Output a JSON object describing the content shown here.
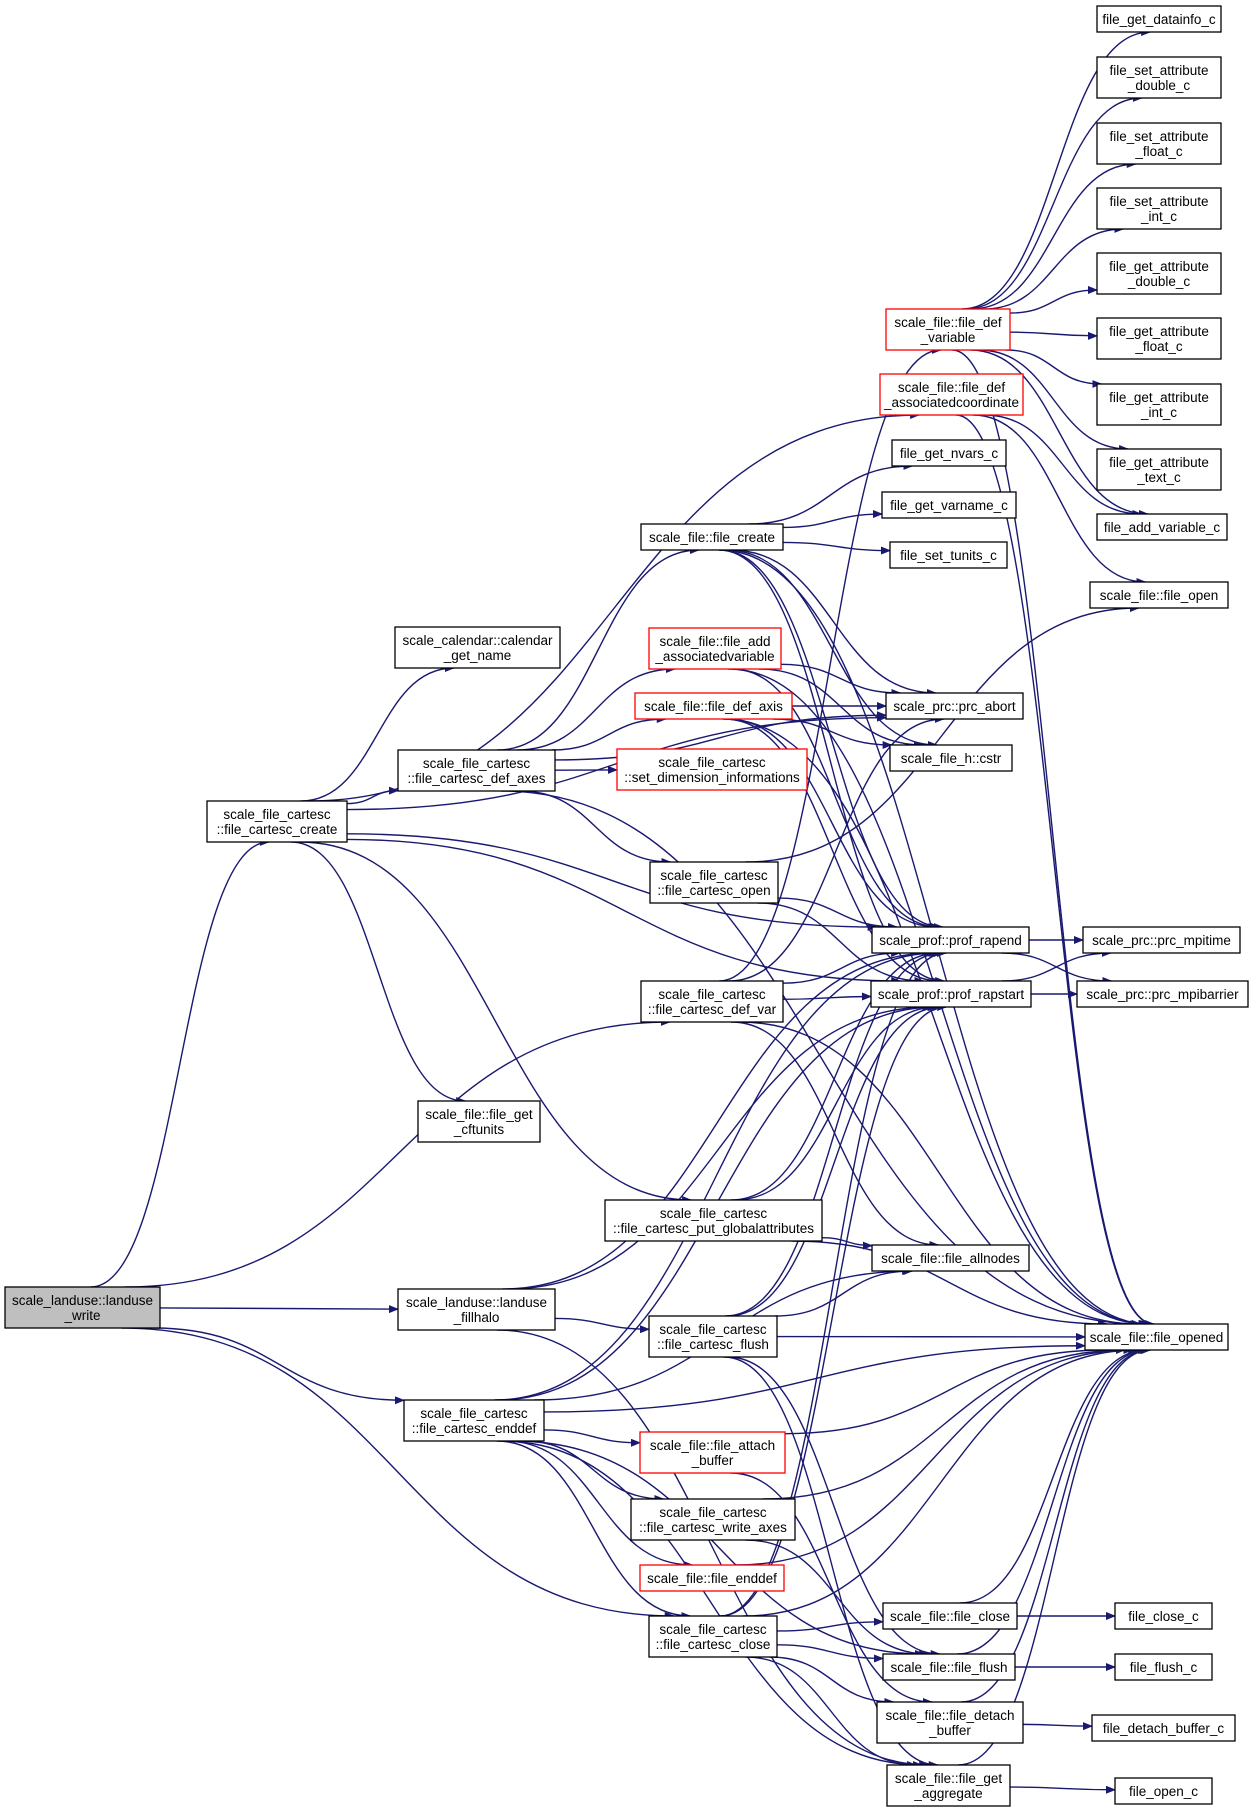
{
  "colors": {
    "edge": "#191970",
    "node_border": "#000000",
    "node_border_truncated": "#ff0000",
    "root_fill": "#bfbfbf"
  },
  "nodes": [
    {
      "id": "root",
      "lines": [
        "scale_landuse::landuse",
        "_write"
      ]
    },
    {
      "id": "create",
      "lines": [
        "scale_file_cartesc",
        "::file_cartesc_create"
      ]
    },
    {
      "id": "calendar",
      "lines": [
        "scale_calendar::calendar",
        "_get_name"
      ]
    },
    {
      "id": "defaxes",
      "lines": [
        "scale_file_cartesc",
        "::file_cartesc_def_axes"
      ]
    },
    {
      "id": "getcftunits",
      "lines": [
        "scale_file::file_get",
        "_cftunits"
      ]
    },
    {
      "id": "fillhalo",
      "lines": [
        "scale_landuse::landuse",
        "_fillhalo"
      ]
    },
    {
      "id": "enddef",
      "lines": [
        "scale_file_cartesc",
        "::file_cartesc_enddef"
      ]
    },
    {
      "id": "filecreate",
      "lines": [
        "scale_file::file_create"
      ]
    },
    {
      "id": "addassoc",
      "lines": [
        "scale_file::file_add",
        "_associatedvariable"
      ]
    },
    {
      "id": "defaxis",
      "lines": [
        "scale_file::file_def_axis"
      ]
    },
    {
      "id": "setdim",
      "lines": [
        "scale_file_cartesc",
        "::set_dimension_informations"
      ]
    },
    {
      "id": "cartopen",
      "lines": [
        "scale_file_cartesc",
        "::file_cartesc_open"
      ]
    },
    {
      "id": "defvar",
      "lines": [
        "scale_file_cartesc",
        "::file_cartesc_def_var"
      ]
    },
    {
      "id": "putglobal",
      "lines": [
        "scale_file_cartesc",
        "::file_cartesc_put_globalattributes"
      ]
    },
    {
      "id": "cartflush",
      "lines": [
        "scale_file_cartesc",
        "::file_cartesc_flush"
      ]
    },
    {
      "id": "attach",
      "lines": [
        "scale_file::file_attach",
        "_buffer"
      ]
    },
    {
      "id": "writeaxes",
      "lines": [
        "scale_file_cartesc",
        "::file_cartesc_write_axes"
      ]
    },
    {
      "id": "fenddef",
      "lines": [
        "scale_file::file_enddef"
      ]
    },
    {
      "id": "cartclose",
      "lines": [
        "scale_file_cartesc",
        "::file_cartesc_close"
      ]
    },
    {
      "id": "defvariable",
      "lines": [
        "scale_file::file_def",
        "_variable"
      ]
    },
    {
      "id": "defassoccoord",
      "lines": [
        "scale_file::file_def",
        "_associatedcoordinate"
      ]
    },
    {
      "id": "getnvars",
      "lines": [
        "file_get_nvars_c"
      ]
    },
    {
      "id": "getvarname",
      "lines": [
        "file_get_varname_c"
      ]
    },
    {
      "id": "settunits",
      "lines": [
        "file_set_tunits_c"
      ]
    },
    {
      "id": "prcabort",
      "lines": [
        "scale_prc::prc_abort"
      ]
    },
    {
      "id": "cstr",
      "lines": [
        "scale_file_h::cstr"
      ]
    },
    {
      "id": "rapend",
      "lines": [
        "scale_prof::prof_rapend"
      ]
    },
    {
      "id": "rapstart",
      "lines": [
        "scale_prof::prof_rapstart"
      ]
    },
    {
      "id": "allnodes",
      "lines": [
        "scale_file::file_allnodes"
      ]
    },
    {
      "id": "fileclose",
      "lines": [
        "scale_file::file_close"
      ]
    },
    {
      "id": "fileflush",
      "lines": [
        "scale_file::file_flush"
      ]
    },
    {
      "id": "detach",
      "lines": [
        "scale_file::file_detach",
        "_buffer"
      ]
    },
    {
      "id": "getaggregate",
      "lines": [
        "scale_file::file_get",
        "_aggregate"
      ]
    },
    {
      "id": "getdatainfo",
      "lines": [
        "file_get_datainfo_c"
      ]
    },
    {
      "id": "setattrdouble",
      "lines": [
        "file_set_attribute",
        "_double_c"
      ]
    },
    {
      "id": "setattrfloat",
      "lines": [
        "file_set_attribute",
        "_float_c"
      ]
    },
    {
      "id": "setattrint",
      "lines": [
        "file_set_attribute",
        "_int_c"
      ]
    },
    {
      "id": "getattrdouble",
      "lines": [
        "file_get_attribute",
        "_double_c"
      ]
    },
    {
      "id": "getattrfloat",
      "lines": [
        "file_get_attribute",
        "_float_c"
      ]
    },
    {
      "id": "getattrint",
      "lines": [
        "file_get_attribute",
        "_int_c"
      ]
    },
    {
      "id": "getattrtext",
      "lines": [
        "file_get_attribute",
        "_text_c"
      ]
    },
    {
      "id": "addvariable",
      "lines": [
        "file_add_variable_c"
      ]
    },
    {
      "id": "fileopen",
      "lines": [
        "scale_file::file_open"
      ]
    },
    {
      "id": "mpitime",
      "lines": [
        "scale_prc::prc_mpitime"
      ]
    },
    {
      "id": "mpibarrier",
      "lines": [
        "scale_prc::prc_mpibarrier"
      ]
    },
    {
      "id": "fileopened",
      "lines": [
        "scale_file::file_opened"
      ]
    },
    {
      "id": "closec",
      "lines": [
        "file_close_c"
      ]
    },
    {
      "id": "flushc",
      "lines": [
        "file_flush_c"
      ]
    },
    {
      "id": "detachc",
      "lines": [
        "file_detach_buffer_c"
      ]
    },
    {
      "id": "openc",
      "lines": [
        "file_open_c"
      ]
    }
  ]
}
